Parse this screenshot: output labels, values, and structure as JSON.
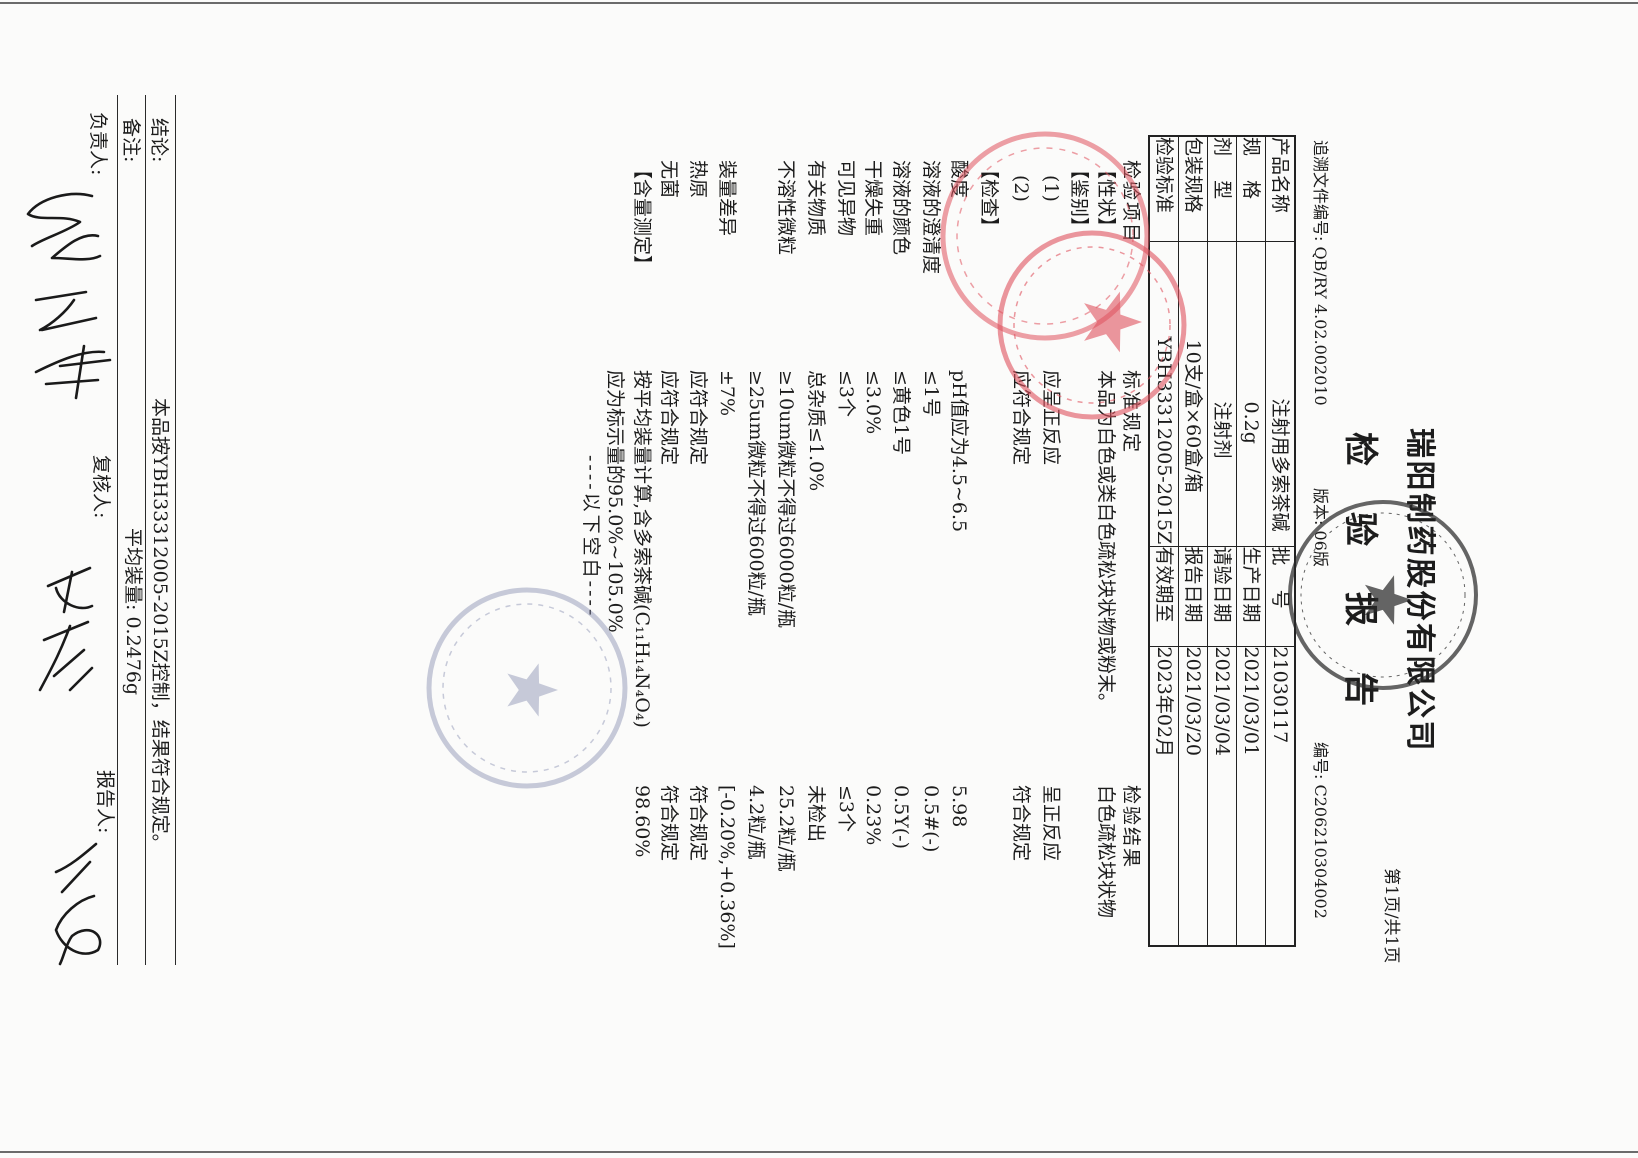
{
  "header": {
    "company": "瑞阳制药股份有限公司",
    "title": "检验报告",
    "page": "第1页/共1页",
    "doc_ref": "追溯文件编号: QB/RY 4.02.002010",
    "version": "版本: 06版",
    "report_no": "编号: C206210304002"
  },
  "info": [
    {
      "label": "产品名称",
      "value": "注射用多索茶碱",
      "label2": "批    号",
      "value2": "21030117"
    },
    {
      "label": "规    格",
      "value": "0.2g",
      "label2": "生产日期",
      "value2": "2021/03/01"
    },
    {
      "label": "剂    型",
      "value": "注射剂",
      "label2": "请验日期",
      "value2": "2021/03/04"
    },
    {
      "label": "包装规格",
      "value": "10支/盒×60盒/箱",
      "label2": "报告日期",
      "value2": "2021/03/20"
    },
    {
      "label": "检验标准",
      "value": "YBH33312005-2015Z",
      "label2": "有效期至",
      "value2": "2023年02月"
    }
  ],
  "tests": {
    "columns": {
      "item": "检验项目",
      "standard": "标准规定",
      "result": "检验结果"
    },
    "rows": [
      {
        "item": "【性状】",
        "standard": "本品为白色或类白色疏松块状物或粉末。",
        "result": "白色疏松块状物"
      },
      {
        "item": "【鉴别】"
      },
      {
        "item": "(1)",
        "standard": "应呈正反应",
        "result": "呈正反应"
      },
      {
        "item": "(2)",
        "standard": "应符合规定",
        "result": "符合规定"
      },
      {
        "item": "【检查】"
      },
      {
        "item": "酸度",
        "standard": "pH值应为4.5~6.5",
        "result": "5.98"
      },
      {
        "item": "溶液的澄清度",
        "standard": "≤1号",
        "result": "0.5#(-)"
      },
      {
        "item": "溶液的颜色",
        "standard": "≤黄色1号",
        "result": "0.5Y(-)"
      },
      {
        "item": "干燥失重",
        "standard": "≤3.0%",
        "result": "0.23%"
      },
      {
        "item": "可见异物",
        "standard": "≤3个",
        "result": "≤3个"
      },
      {
        "item": "有关物质",
        "standard": "总杂质≤1.0%",
        "result": "未检出"
      },
      {
        "item": "不溶性微粒",
        "standard": "≥10um微粒不得过6000粒/瓶",
        "result": "25.2粒/瓶"
      },
      {
        "standard": "≥25um微粒不得过600粒/瓶",
        "result": "4.2粒/瓶"
      },
      {
        "item": "装量差异",
        "standard": "±7%",
        "result": "[-0.20%,+0.36%]"
      },
      {
        "item": "热原",
        "standard": "应符合规定",
        "result": "符合规定"
      },
      {
        "item": "无菌",
        "standard": "应符合规定",
        "result": "符合规定"
      },
      {
        "item": "【含量测定】",
        "standard": "按平均装量计算,含多索茶碱(C₁₁H₁₄N₄O₄)",
        "result": "98.60%"
      },
      {
        "standard": "应为标示量的95.0%~105.0%"
      }
    ]
  },
  "blank_note": "----以下空白----",
  "conclusion": {
    "label": "结论:",
    "text": "本品按YBH33312005-2015Z控制，结果符合规定。"
  },
  "remarks": {
    "label": "备注:",
    "text": "平均装量: 0.2476g"
  },
  "signoff": {
    "responsible": "负责人:",
    "reviewer": "复核人:",
    "reporter": "报告人:"
  },
  "colors": {
    "ink": "#1c1c1c",
    "stamp_red": "#e0535f",
    "stamp_black": "#2b2b2b",
    "stamp_faded": "#7e86aa"
  }
}
